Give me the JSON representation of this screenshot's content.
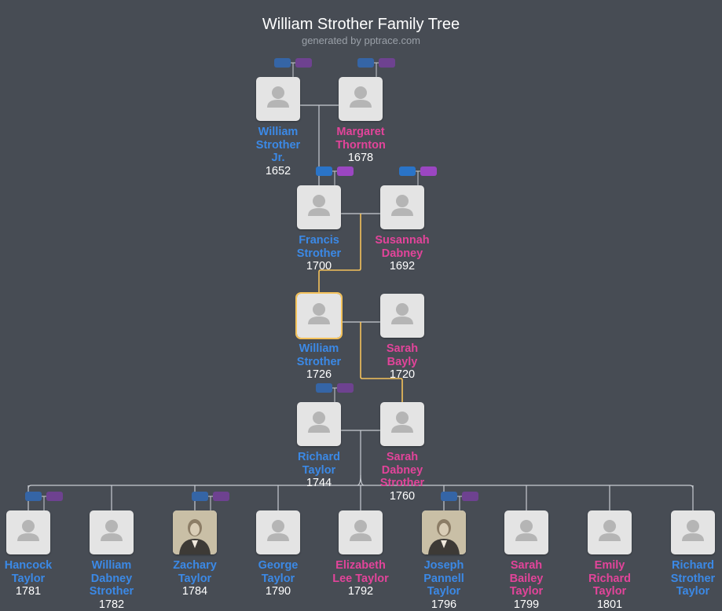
{
  "title": "William Strother Family Tree",
  "subtitle": "generated by pptrace.com",
  "colors": {
    "male": "#3b89e6",
    "female": "#e2449a",
    "highlight": "#f4c25b",
    "background": "#474c54"
  },
  "people": [
    {
      "id": "wsjr",
      "first": "William",
      "last": "Strother Jr.",
      "year": "1652",
      "gender": "male",
      "icon": "person-icon"
    },
    {
      "id": "mt",
      "first": "Margaret",
      "last": "Thornton",
      "year": "1678",
      "gender": "female",
      "icon": "person-icon"
    },
    {
      "id": "fs",
      "first": "Francis",
      "last": "Strother",
      "year": "1700",
      "gender": "male",
      "icon": "person-icon"
    },
    {
      "id": "sd",
      "first": "Susannah",
      "last": "Dabney",
      "year": "1692",
      "gender": "female",
      "icon": "person-icon"
    },
    {
      "id": "ws",
      "first": "William",
      "last": "Strother",
      "year": "1726",
      "gender": "male",
      "icon": "person-icon",
      "highlight": true
    },
    {
      "id": "sb",
      "first": "Sarah",
      "last": "Bayly",
      "year": "1720",
      "gender": "female",
      "icon": "person-icon"
    },
    {
      "id": "rt",
      "first": "Richard",
      "last": "Taylor",
      "year": "1744",
      "gender": "male",
      "icon": "person-icon"
    },
    {
      "id": "sds",
      "first": "Sarah",
      "last": "Dabney Strother",
      "year": "1760",
      "gender": "female",
      "icon": "person-icon"
    },
    {
      "id": "ht",
      "first": "Hancock",
      "last": "Taylor",
      "year": "1781",
      "gender": "male",
      "icon": "person-icon"
    },
    {
      "id": "wdst",
      "first": "William",
      "last": "Dabney Strother",
      "year": "1782",
      "gender": "male",
      "icon": "person-icon"
    },
    {
      "id": "zt",
      "first": "Zachary",
      "last": "Taylor",
      "year": "1784",
      "gender": "male",
      "icon": "portrait-photo-icon"
    },
    {
      "id": "gt",
      "first": "George",
      "last": "Taylor",
      "year": "1790",
      "gender": "male",
      "icon": "person-icon"
    },
    {
      "id": "elt",
      "first": "Elizabeth",
      "last": "Lee Taylor",
      "year": "1792",
      "gender": "female",
      "icon": "person-icon"
    },
    {
      "id": "jpt",
      "first": "Joseph",
      "last": "Pannell Taylor",
      "year": "1796",
      "gender": "male",
      "icon": "portrait-photo-icon"
    },
    {
      "id": "sbt",
      "first": "Sarah",
      "last": "Bailey Taylor",
      "year": "1799",
      "gender": "female",
      "icon": "person-icon"
    },
    {
      "id": "ert",
      "first": "Emily",
      "last": "Richard Taylor",
      "year": "1801",
      "gender": "female",
      "icon": "person-icon"
    },
    {
      "id": "rst",
      "first": "Richard",
      "last": "Strother Taylor",
      "year": "",
      "gender": "male",
      "icon": "person-icon"
    }
  ]
}
